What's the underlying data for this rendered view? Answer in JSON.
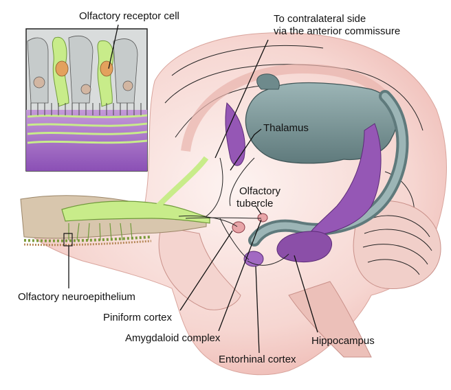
{
  "labels": {
    "olfactory_receptor_cell": "Olfactory receptor cell",
    "contralateral_line1": "To contralateral side",
    "contralateral_line2": "via the anterior commissure",
    "thalamus": "Thalamus",
    "olfactory_tubercle_line1": "Olfactory",
    "olfactory_tubercle_line2": "tubercle",
    "olfactory_neuroepithelium": "Olfactory neuroepithelium",
    "piriform_cortex": "Piniform cortex",
    "amygdaloid_complex": "Amygdaloid complex",
    "entorhinal_cortex": "Entorhinal cortex",
    "hippocampus": "Hippocampus"
  },
  "colors": {
    "brain_pink": "#f2c9c4",
    "brain_light": "#fbe9e6",
    "thalamus_gray": "#7f9a9c",
    "purple": "#8b4fa8",
    "olfactory_green": "#c8ec8a",
    "inset_gray": "#d9dcdc",
    "inset_purple": "#9a62c2"
  }
}
